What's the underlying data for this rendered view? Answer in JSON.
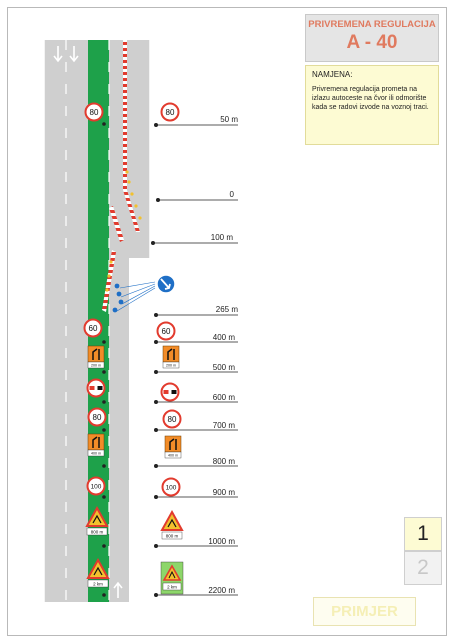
{
  "header": {
    "title": "PRIVREMENA REGULACIJA",
    "code": "A - 40"
  },
  "purpose": {
    "heading": "NAMJENA:",
    "text": "Privremena regulacija prometa na izlazu autoceste na čvor ili odmorište kada se radovi izvode na voznoj traci."
  },
  "page": {
    "current": "1",
    "next": "2"
  },
  "example_label": "PRIMJER",
  "distances": [
    "50 m",
    "0",
    "100 m",
    "265 m",
    "400 m",
    "500 m",
    "600 m",
    "700 m",
    "800 m",
    "900 m",
    "1000 m",
    "2200 m"
  ],
  "signs": {
    "speed_80": "80",
    "speed_60": "60",
    "speed_100": "100",
    "plate_200": "200 m",
    "plate_400": "400 m",
    "plate_800": "800 m",
    "plate_2km": "2 km"
  },
  "colors": {
    "road": "#cfcfcf",
    "works_zone": "#1ea14a",
    "accent": "#e07a5f",
    "orange_sign": "#f28c28",
    "mandatory_blue": "#1f6fc6",
    "marker_line": "#222222"
  }
}
